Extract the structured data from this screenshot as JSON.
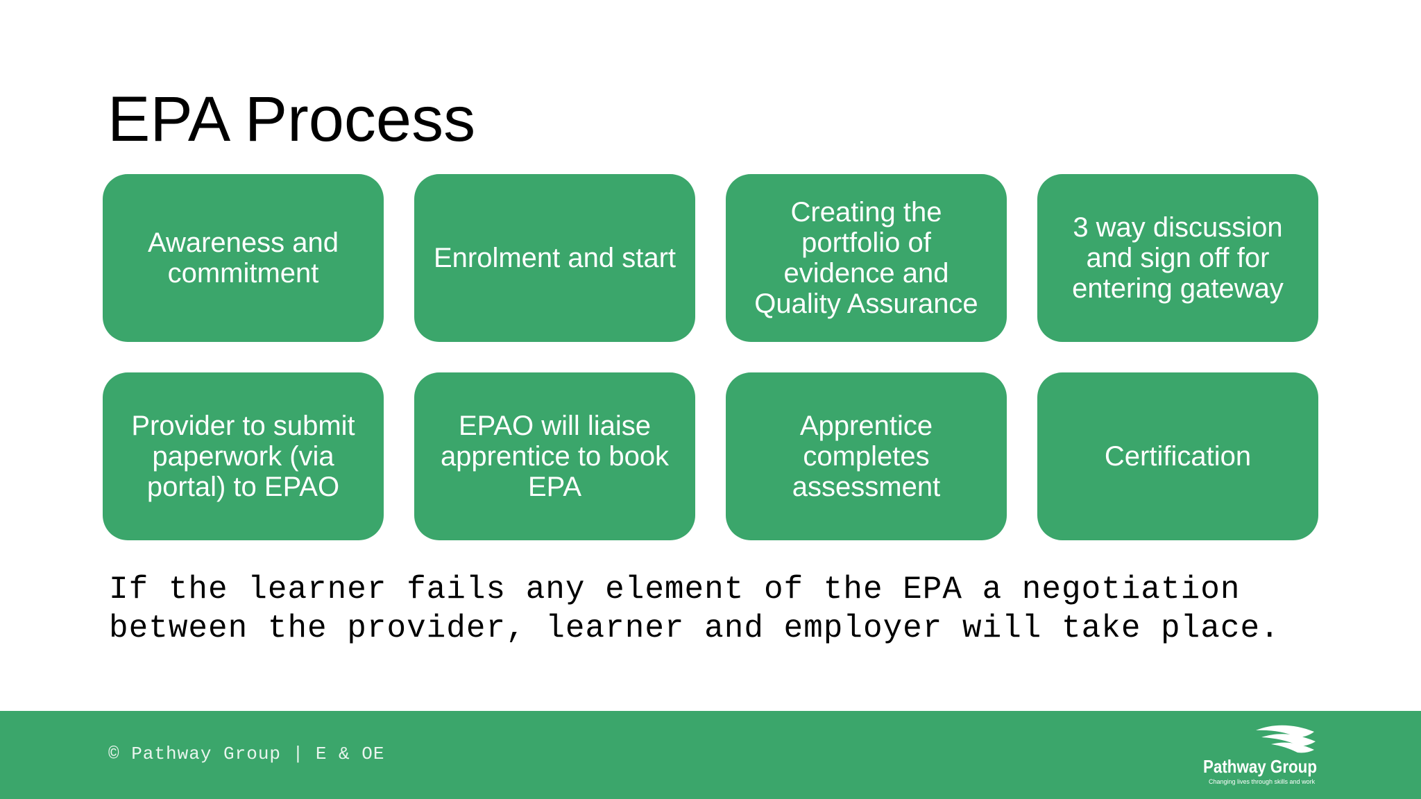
{
  "slide": {
    "title": "EPA Process",
    "steps": [
      "Awareness and commitment",
      "Enrolment and start",
      "Creating the portfolio of evidence and Quality Assurance",
      "3 way discussion and sign off for entering gateway",
      "Provider to submit paperwork (via portal) to EPAO",
      "EPAO will liaise apprentice to book EPA",
      "Apprentice completes assessment",
      "Certification"
    ],
    "note": "If the learner fails any element of the EPA a negotiation between the provider, learner and employer will take place."
  },
  "footer": {
    "copyright": "© Pathway Group | E & OE",
    "logo_name": "Pathway Group",
    "logo_tagline": "Changing lives through skills and work"
  },
  "colors": {
    "accent": "#3ba66b",
    "box_text": "#ffffff",
    "title_text": "#000000"
  }
}
